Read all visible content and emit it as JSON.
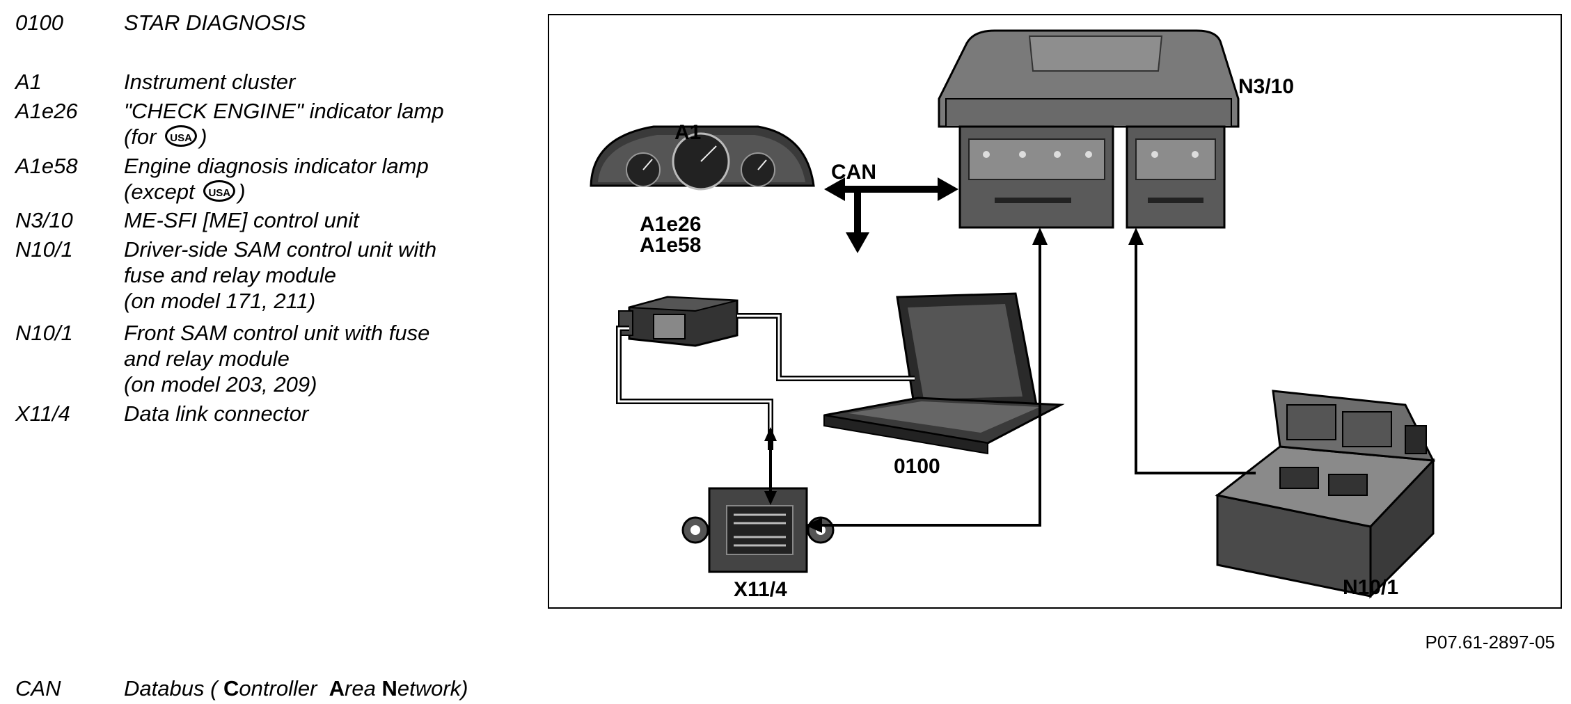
{
  "legend": {
    "star": {
      "code": "0100",
      "text": "STAR DIAGNOSIS"
    },
    "a1": {
      "code": "A1",
      "text": "Instrument cluster"
    },
    "a1e26": {
      "code": "A1e26",
      "line1": "\"CHECK ENGINE\" indicator lamp",
      "line2_prefix": "(for ",
      "line2_suffix": ")"
    },
    "a1e58": {
      "code": "A1e58",
      "line1": "Engine diagnosis indicator lamp",
      "line2_prefix": "(except ",
      "line2_suffix": ")"
    },
    "n3_10": {
      "code": "N3/10",
      "text": "ME-SFI [ME] control unit"
    },
    "n10_1_a": {
      "code": "N10/1",
      "line1": "Driver-side SAM control unit with",
      "line2": "fuse and relay module",
      "line3": "(on model 171, 211)"
    },
    "n10_1_b": {
      "code": "N10/1",
      "line1": "Front SAM control unit with fuse",
      "line2": "and relay module",
      "line3": "(on model 203, 209)"
    },
    "x11_4": {
      "code": "X11/4",
      "text": "Data link connector"
    },
    "usa_badge": "USA"
  },
  "diagram": {
    "label_a1": "A1",
    "label_a1e26": "A1e26",
    "label_a1e58": "A1e58",
    "label_can": "CAN",
    "label_n3_10": "N3/10",
    "label_0100": "0100",
    "label_x11_4": "X11/4",
    "label_n10_1": "N10/1"
  },
  "figure_code": "P07.61-2897-05",
  "footnote": {
    "code": "CAN",
    "prefix": "Databus (",
    "c": "C",
    "ontroller": "ontroller",
    "a": "A",
    "rea": "rea",
    "n": "N",
    "etwork": "etwork)"
  }
}
